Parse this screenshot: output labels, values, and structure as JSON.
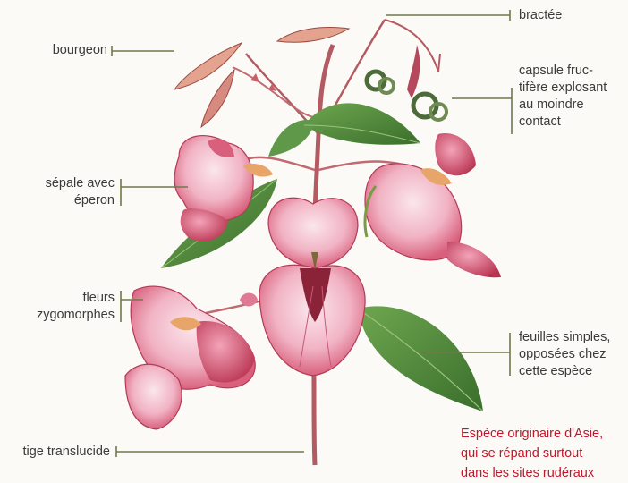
{
  "labels": {
    "bractee": "bractée",
    "bourgeon": "bourgeon",
    "capsule": [
      "capsule fruc-",
      "tifère explosant",
      "au moindre",
      "contact"
    ],
    "sepale": [
      "sépale avec",
      "éperon"
    ],
    "fleurs": [
      "fleurs",
      "zygomorphes"
    ],
    "feuilles": [
      "feuilles simples,",
      "opposées chez",
      "cette espèce"
    ],
    "tige": "tige translucide"
  },
  "note": [
    "Espèce originaire d'Asie,",
    "qui se répand surtout",
    "dans les sites rudéraux"
  ],
  "colors": {
    "text": "#3b3b3b",
    "leader": "#6f7a4a",
    "note": "#c2162b",
    "petal": "#e0708c",
    "petal_light": "#f6d2dc",
    "stem": "#b35a62",
    "leaf": "#4f8a3c"
  }
}
